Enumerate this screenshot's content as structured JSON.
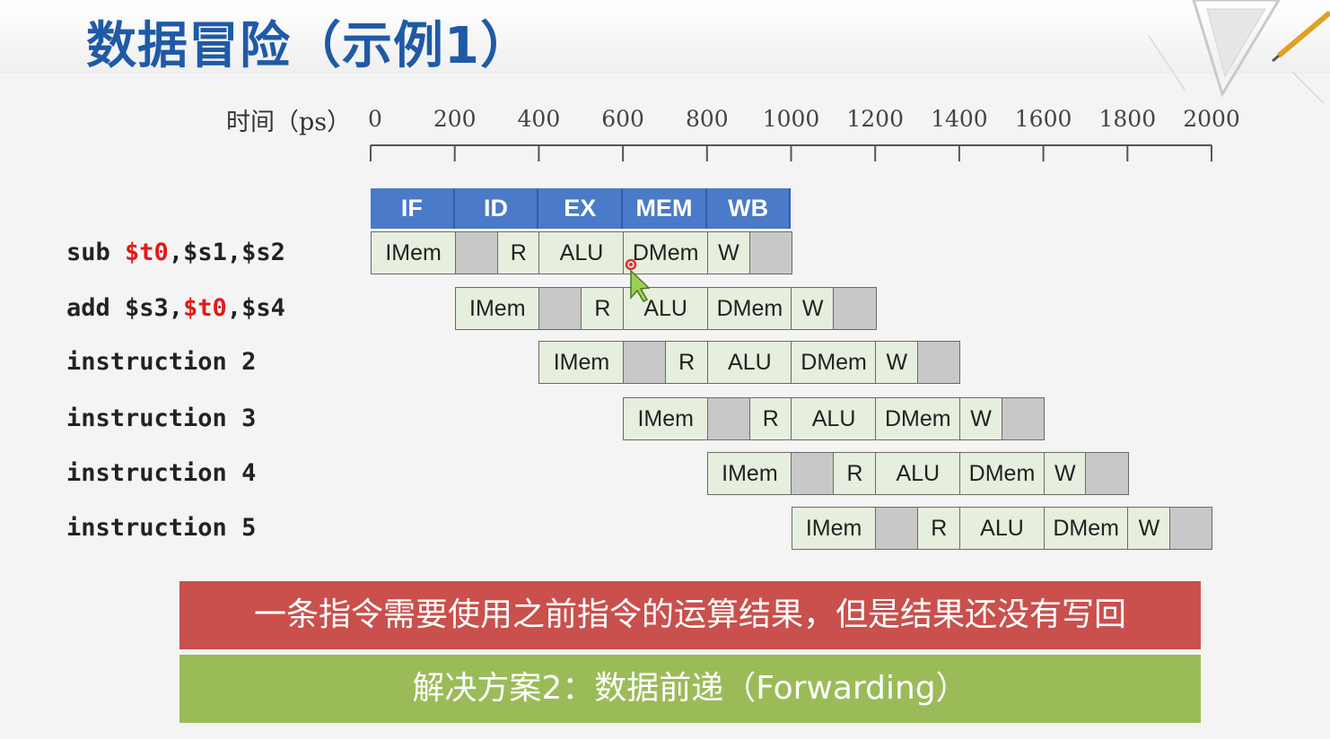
{
  "title": "数据冒险（示例1）",
  "time_axis": {
    "label_prefix": "时间（",
    "label_unit": "ps",
    "label_suffix": "）",
    "ticks": [
      "0",
      "200",
      "400",
      "600",
      "800",
      "1000",
      "1200",
      "1400",
      "1600",
      "1800",
      "2000"
    ]
  },
  "stages": [
    "IF",
    "ID",
    "EX",
    "MEM",
    "WB"
  ],
  "instructions": [
    {
      "parts": [
        {
          "t": "sub ",
          "red": false
        },
        {
          "t": "$t0",
          "red": true
        },
        {
          "t": ",$s1,$s2",
          "red": false
        }
      ]
    },
    {
      "parts": [
        {
          "t": "add $s3,",
          "red": false
        },
        {
          "t": "$t0",
          "red": true
        },
        {
          "t": ",$s4",
          "red": false
        }
      ]
    },
    {
      "parts": [
        {
          "t": "instruction 2",
          "red": false
        }
      ]
    },
    {
      "parts": [
        {
          "t": "instruction 3",
          "red": false
        }
      ]
    },
    {
      "parts": [
        {
          "t": "instruction 4",
          "red": false
        }
      ]
    },
    {
      "parts": [
        {
          "t": "instruction 5",
          "red": false
        }
      ]
    }
  ],
  "pipeline_cells": [
    "IMem",
    "",
    "R",
    "ALU",
    "DMem",
    "W",
    ""
  ],
  "hazard_note": "一条指令需要使用之前指令的运算结果，但是结果还没有写回",
  "solution_note": "解决方案2：数据前递（Forwarding）",
  "colors": {
    "title": "#1f5aa6",
    "stage_header": "#4a7ac8",
    "cell": "#e6eedd",
    "cell_gray": "#c8c8c8",
    "register_highlight": "#e21a1a",
    "hazard_band": "#c9504c",
    "solution_band": "#9bbb59"
  }
}
